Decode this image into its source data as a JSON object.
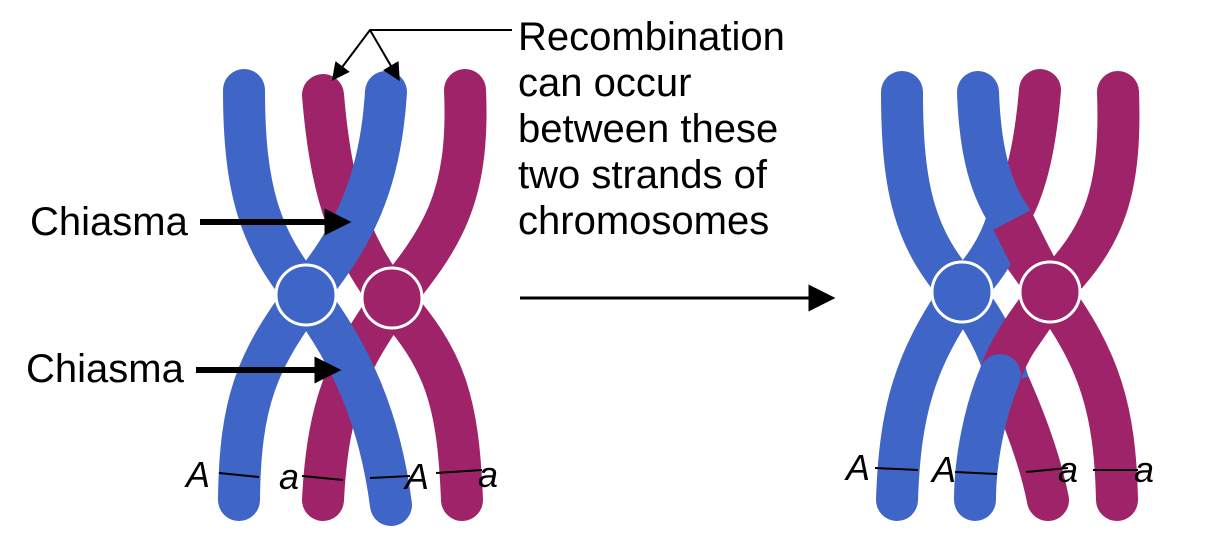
{
  "colors": {
    "maternal": "#3f66c6",
    "paternal": "#9e2368",
    "outline": "#ffffff",
    "arrow": "#000000",
    "text": "#000000"
  },
  "annotations": {
    "recombination_lines": [
      "Recombination",
      "can occur",
      "between these",
      "two strands of",
      "chromosomes"
    ],
    "chiasma_top": "Chiasma",
    "chiasma_bottom": "Chiasma"
  },
  "alleles_before": [
    "A",
    "a",
    "A",
    "a"
  ],
  "alleles_after": [
    "A",
    "A",
    "a",
    "a"
  ]
}
